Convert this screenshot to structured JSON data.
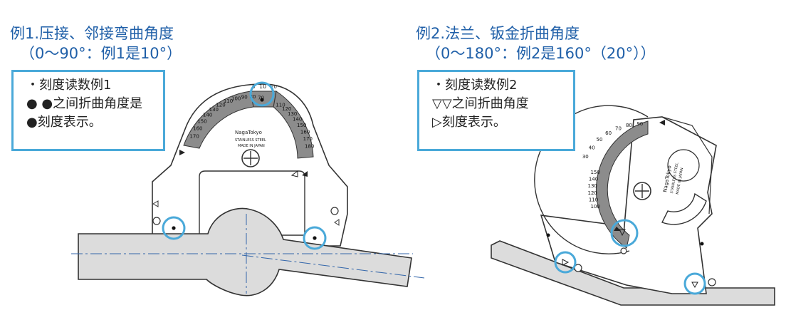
{
  "example1": {
    "title_line1": "例1.压接、邻接弯曲角度",
    "title_line2": "（0〜90°：例1是10°）",
    "callout": {
      "line1": "・刻度读数例1",
      "line2": "● ●之间折曲角度是",
      "line3": "●刻度表示。"
    },
    "gauge_brand": "NagaTokyo",
    "gauge_material": "STAINLESS STEEL",
    "gauge_origin": "MADE IN JAPAN",
    "reading_top": "10",
    "reading_left": "0",
    "reading_right": "20",
    "scale_left": [
      "70",
      "80",
      "90",
      "100",
      "110",
      "120",
      "130",
      "140",
      "150",
      "160",
      "170"
    ],
    "scale_right": [
      "110",
      "120",
      "130",
      "140",
      "150",
      "160",
      "170",
      "180"
    ]
  },
  "example2": {
    "title_line1": "例2.法兰、钣金折曲角度",
    "title_line2": "（0〜180°：例2是160°（20°））",
    "callout": {
      "line1": "・刻度读数例2",
      "line2": "▽▽之间折曲角度",
      "line3": "▷刻度表示。"
    },
    "gauge_brand": "NagaTokyo",
    "gauge_material": "STAINLESS STEEL",
    "gauge_origin": "MADE IN JAPAN",
    "scale_outer": [
      "30",
      "40",
      "50",
      "60",
      "70",
      "80",
      "90"
    ],
    "scale_inner": [
      "150",
      "140",
      "130",
      "120",
      "110",
      "100"
    ]
  },
  "colors": {
    "title": "#1f5fa8",
    "highlight": "#4aa9d9",
    "workpiece": "#dcdcdc",
    "outline": "#333333"
  }
}
